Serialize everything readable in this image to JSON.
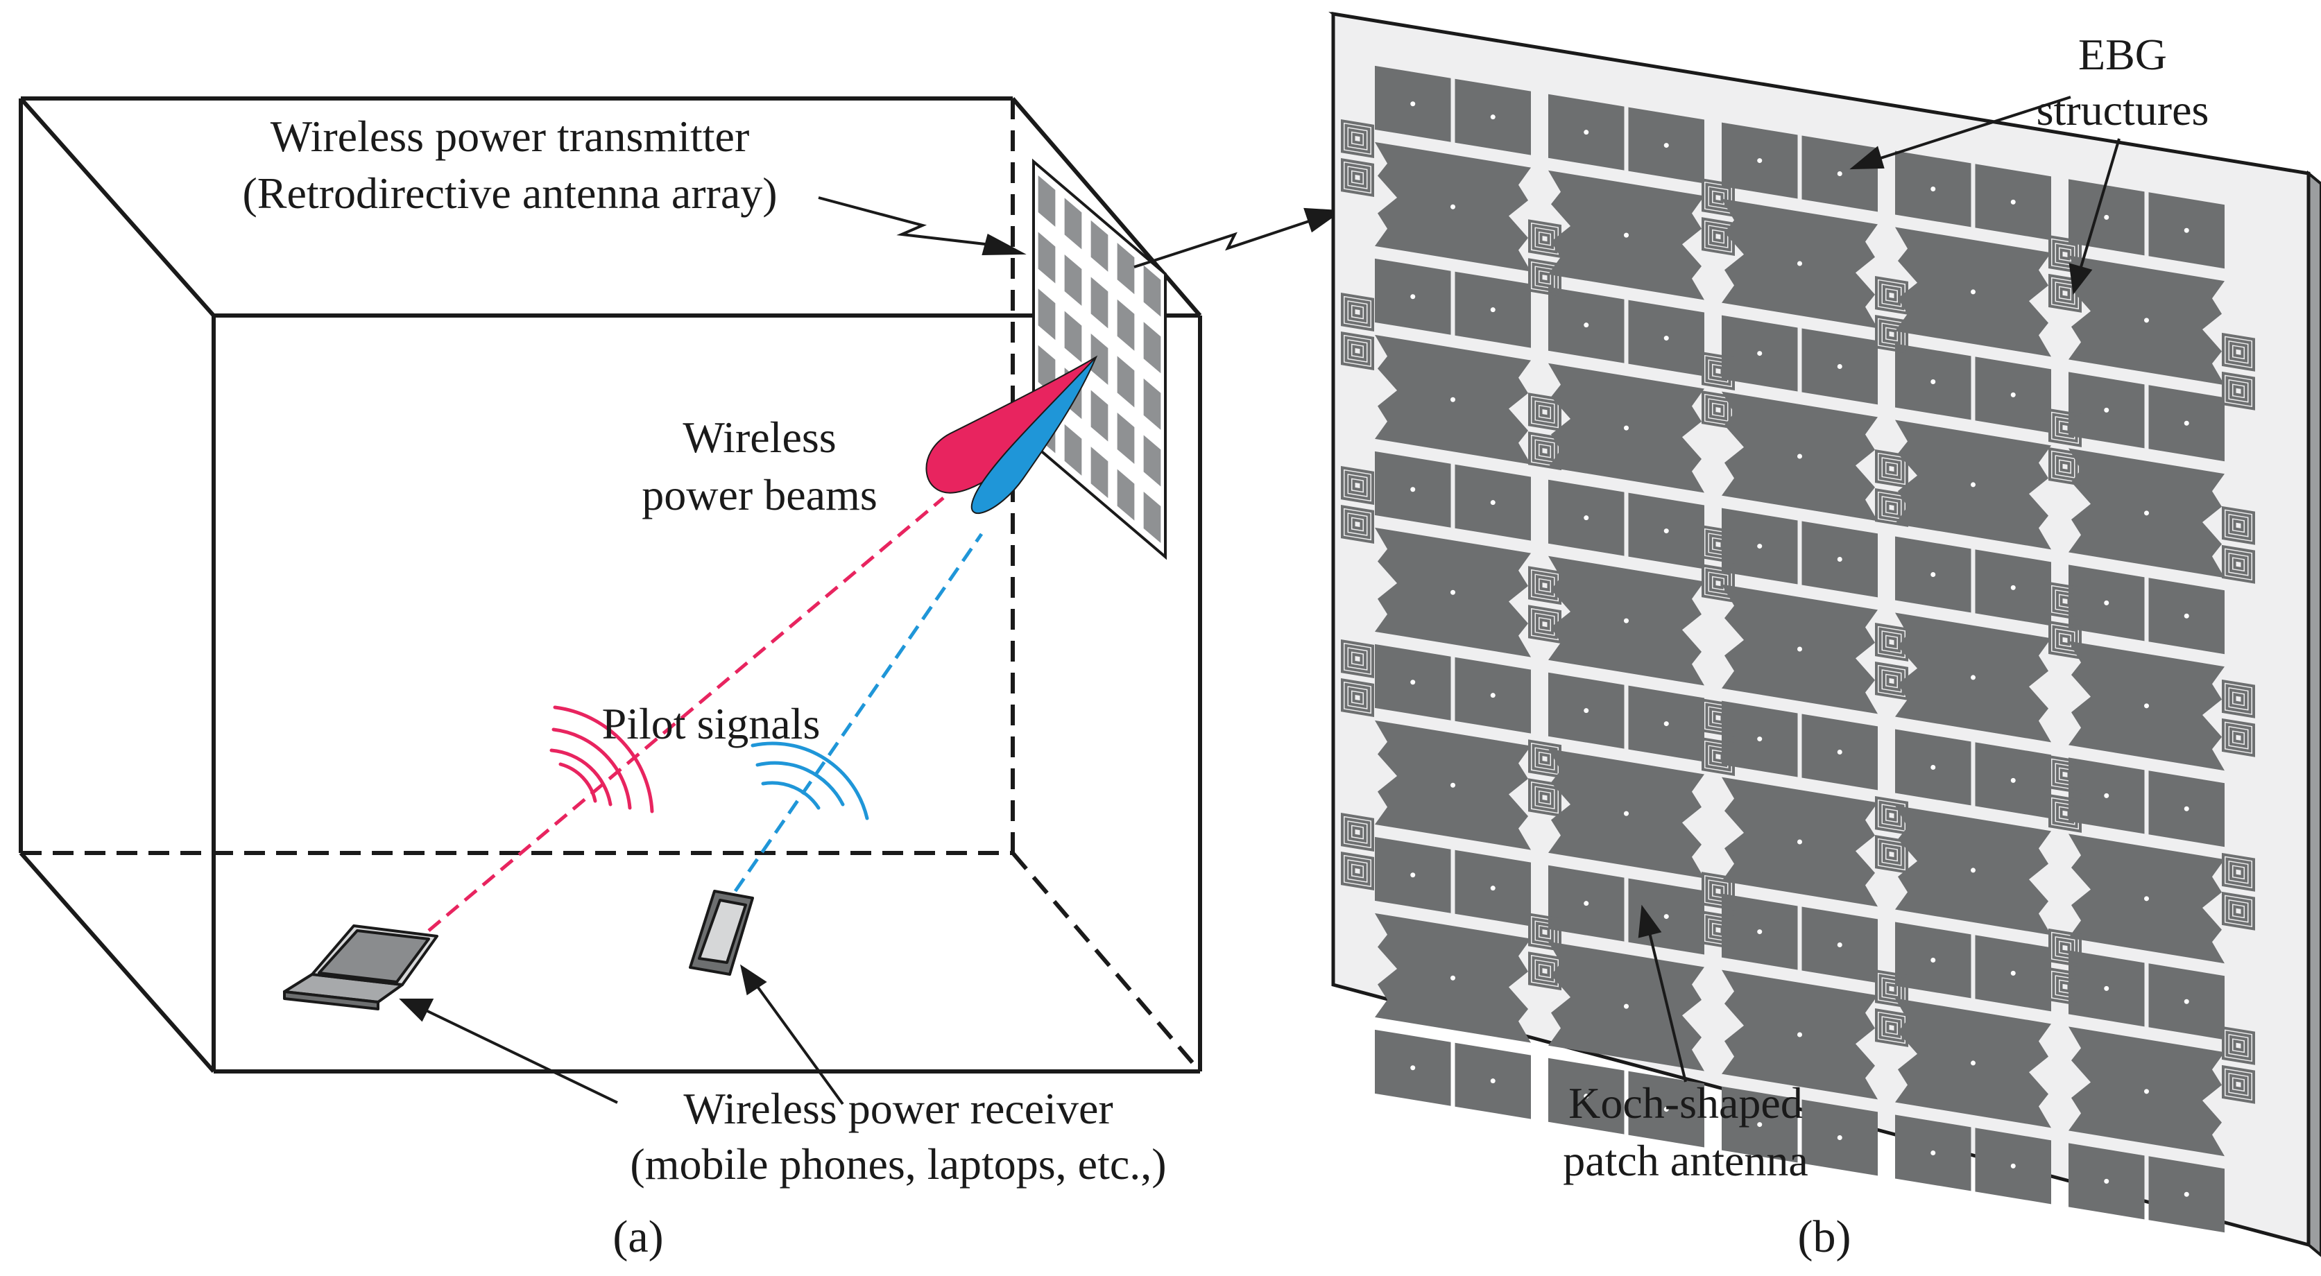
{
  "labels": {
    "transmitter_line1": "Wireless power transmitter",
    "transmitter_line2": "(Retrodirective antenna array)",
    "beams_line1": "Wireless",
    "beams_line2": "power beams",
    "pilot": "Pilot signals",
    "receiver_line1": "Wireless power receiver",
    "receiver_line2": "(mobile phones, laptops, etc.,)",
    "ebg_line1": "EBG",
    "ebg_line2": "structures",
    "koch_line1": "Koch-shaped",
    "koch_line2": "patch antenna",
    "caption_a": "(a)",
    "caption_b": "(b)"
  },
  "colors": {
    "beam_red": "#e8245f",
    "beam_blue": "#1f96d8",
    "patch": "#6d6f70",
    "board": "#efeff0",
    "line": "#1a1a1a"
  },
  "icons": [
    "laptop-icon",
    "phone-icon",
    "wave-icon"
  ]
}
